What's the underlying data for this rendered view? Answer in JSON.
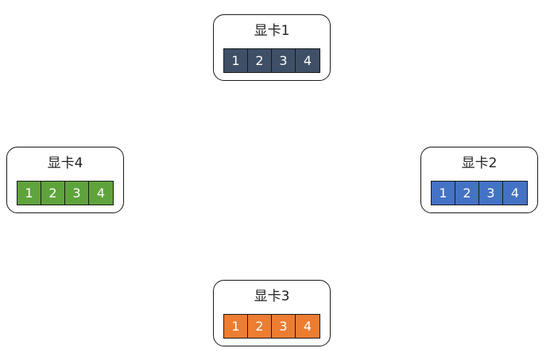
{
  "cards": [
    {
      "id": "card-1",
      "title": "显卡1",
      "color": "#3f4f66",
      "blocks": [
        "1",
        "2",
        "3",
        "4"
      ]
    },
    {
      "id": "card-2",
      "title": "显卡2",
      "color": "#4472c4",
      "blocks": [
        "1",
        "2",
        "3",
        "4"
      ]
    },
    {
      "id": "card-3",
      "title": "显卡3",
      "color": "#ed7d31",
      "blocks": [
        "1",
        "2",
        "3",
        "4"
      ]
    },
    {
      "id": "card-4",
      "title": "显卡4",
      "color": "#5fa33c",
      "blocks": [
        "1",
        "2",
        "3",
        "4"
      ]
    }
  ]
}
